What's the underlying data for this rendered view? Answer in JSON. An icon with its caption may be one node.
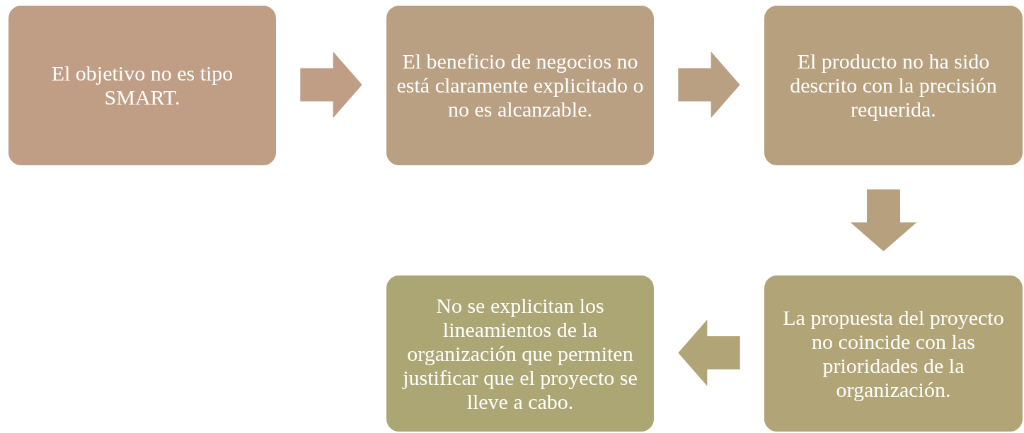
{
  "diagram": {
    "nodes": [
      {
        "text": [
          "El objetivo no es tipo SMART."
        ]
      },
      {
        "text": [
          "El beneficio de negocios no está claramente explicitado o no es alcanzable."
        ]
      },
      {
        "text": [
          "El producto no ha sido descrito con la precisión requerida."
        ]
      },
      {
        "text": [
          "La propuesta del proyecto no coincide con las prioridades de la organización."
        ]
      },
      {
        "text": [
          "No se explicitan los lineamientos de la organización que permiten justificar que el proyecto se lleve a cabo."
        ]
      }
    ],
    "edges": [
      {
        "from": 0,
        "to": 1,
        "arrow": "to"
      },
      {
        "from": 1,
        "to": 2,
        "arrow": "to"
      },
      {
        "from": 2,
        "to": 3,
        "arrow": "to"
      },
      {
        "from": 3,
        "to": 4,
        "arrow": "to"
      }
    ]
  }
}
